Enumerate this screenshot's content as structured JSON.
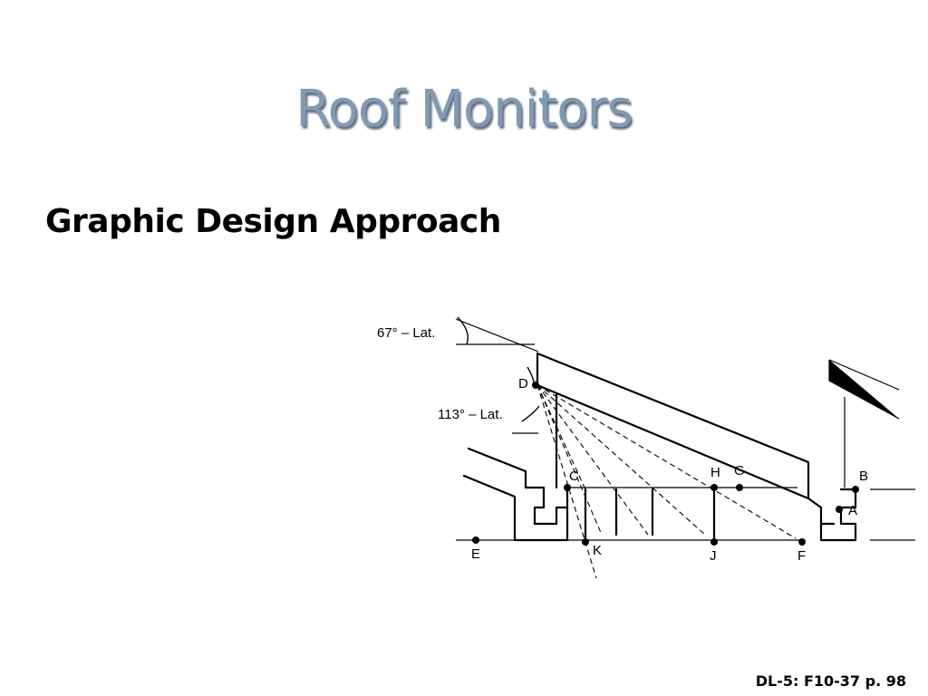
{
  "slide": {
    "title": "Roof Monitors",
    "subtitle": "Graphic Design Approach",
    "citation": "DL-5: F10-37 p. 98"
  },
  "diagram": {
    "angle_labels": {
      "upper": "67° – Lat.",
      "lower": "113° – Lat."
    },
    "points": {
      "a": "A",
      "b": "B",
      "c": "C",
      "d": "D",
      "e": "E",
      "f": "F",
      "g": "G",
      "h": "H",
      "j": "J",
      "k": "K"
    }
  }
}
